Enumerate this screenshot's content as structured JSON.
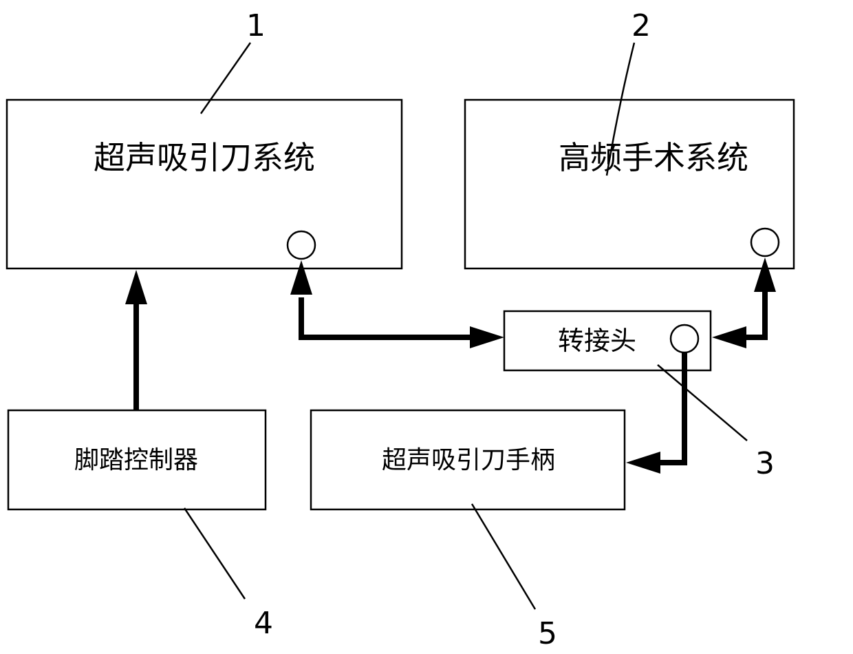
{
  "blocks": {
    "ultrasonic_system": {
      "label": "超声吸引刀系统",
      "number": "1"
    },
    "hf_surgical_system": {
      "label": "高频手术系统",
      "number": "2"
    },
    "adapter": {
      "label": "转接头",
      "number": "3"
    },
    "foot_controller": {
      "label": "脚踏控制器",
      "number": "4"
    },
    "ultrasonic_handpiece": {
      "label": "超声吸引刀手柄",
      "number": "5"
    }
  }
}
